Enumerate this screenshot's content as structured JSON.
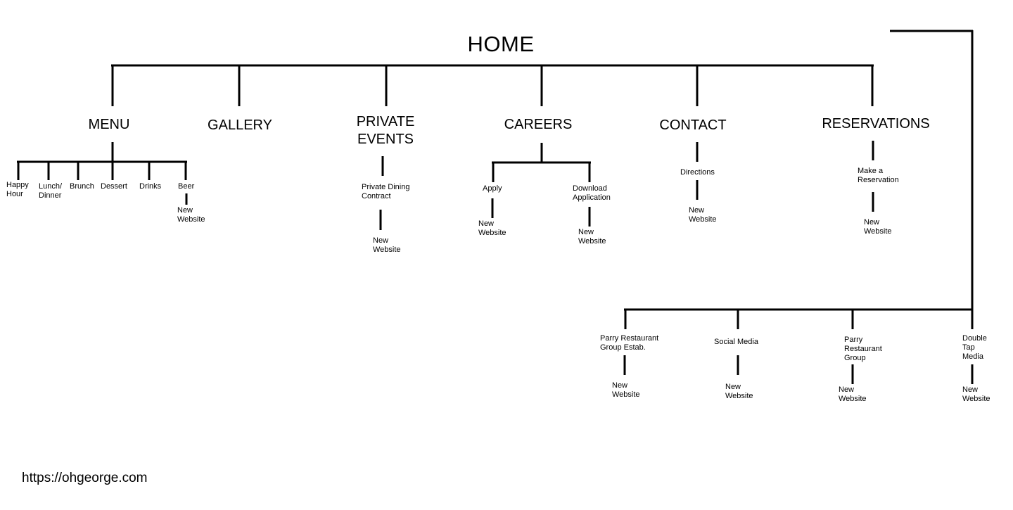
{
  "root": "HOME",
  "sections": {
    "menu": "MENU",
    "gallery": "GALLERY",
    "private_events": "PRIVATE\nEVENTS",
    "careers": "CAREERS",
    "contact": "CONTACT",
    "reservations": "RESERVATIONS"
  },
  "menu_items": {
    "happy_hour": "Happy\nHour",
    "lunch_dinner": "Lunch/\nDinner",
    "brunch": "Brunch",
    "dessert": "Dessert",
    "drinks": "Drinks",
    "beer": "Beer"
  },
  "subpages": {
    "private_dining_contract": "Private Dining\nContract",
    "apply": "Apply",
    "download_application": "Download\nApplication",
    "directions": "Directions",
    "make_reservation": "Make a\nReservation"
  },
  "external_links": {
    "parry_estab": "Parry Restaurant\nGroup Estab.",
    "social_media": "Social Media",
    "parry_group": "Parry\nRestaurant\nGroup",
    "double_tap": "Double\nTap\nMedia"
  },
  "new_website_label": "New\nWebsite",
  "footer_url": "https://ohgeorge.com"
}
